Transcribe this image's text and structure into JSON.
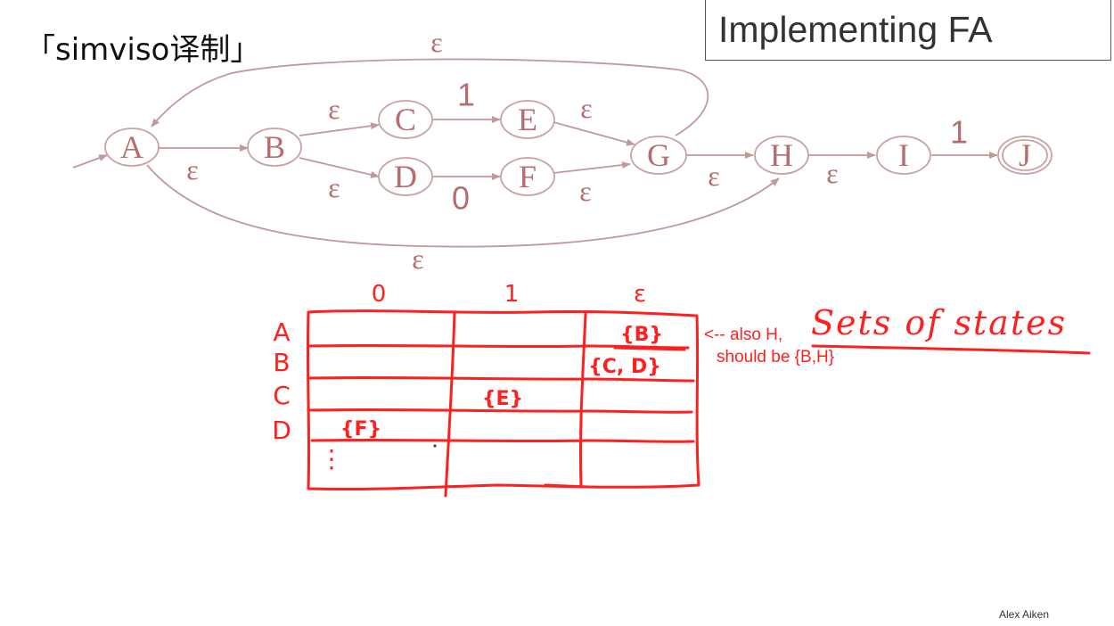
{
  "watermark": "「simviso译制」",
  "slide_title": "Implementing FA",
  "credit": "Alex Aiken",
  "automaton": {
    "states": [
      "A",
      "B",
      "C",
      "D",
      "E",
      "F",
      "G",
      "H",
      "I",
      "J"
    ],
    "accepting_state": "J",
    "start_state": "A",
    "edge_labels": {
      "g_to_a": "ε",
      "a_to_b": "ε",
      "b_to_c": "ε",
      "b_to_d": "ε",
      "c_to_e": "1",
      "d_to_f": "0",
      "e_to_g": "ε",
      "f_to_g": "ε",
      "g_to_h": "ε",
      "h_to_i": "ε",
      "i_to_j": "1",
      "a_to_h": "ε"
    }
  },
  "table": {
    "columns": [
      "0",
      "1",
      "ε"
    ],
    "rows": [
      "A",
      "B",
      "C",
      "D",
      "⋮"
    ],
    "cells": {
      "a_eps": "{B}",
      "b_eps": "{C, D}",
      "c_one": "{E}",
      "d_zero": "{F}"
    }
  },
  "annotations": {
    "correction_line1": "<-- also H,",
    "correction_line2": "should be {B,H}",
    "handwritten_note": "Sets of states"
  },
  "colors": {
    "diagram": "#b56d6d",
    "ink": "#ff1f1f"
  }
}
